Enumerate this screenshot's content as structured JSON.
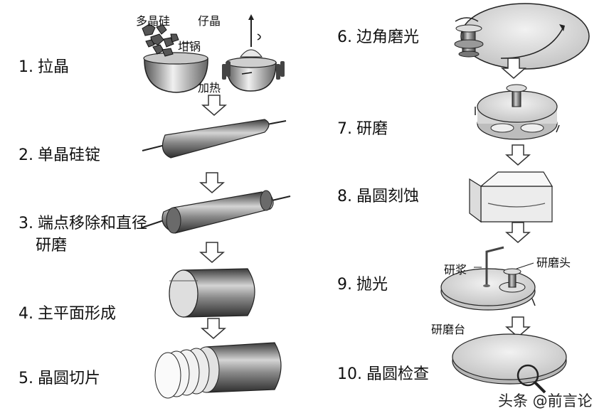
{
  "steps": [
    {
      "num": "1.",
      "label": "拉晶"
    },
    {
      "num": "2.",
      "label": "单晶硅锭"
    },
    {
      "num": "3.",
      "label": "端点移除和直径",
      "label2": "研磨"
    },
    {
      "num": "4.",
      "label": "主平面形成"
    },
    {
      "num": "5.",
      "label": "晶圆切片"
    },
    {
      "num": "6.",
      "label": "边角磨光"
    },
    {
      "num": "7.",
      "label": "研磨"
    },
    {
      "num": "8.",
      "label": "晶圆刻蚀"
    },
    {
      "num": "9.",
      "label": "抛光"
    },
    {
      "num": "10.",
      "label": "晶圆检查"
    }
  ],
  "callouts": {
    "polysilicon": "多晶硅",
    "seed_crystal": "仔晶",
    "crucible": "坩锅",
    "heating": "加热",
    "slurry": "研浆",
    "polish_head": "研磨头",
    "polish_table": "研磨台"
  },
  "watermark": "头条 @前言论",
  "colors": {
    "ink": "#111111",
    "cylinder_dark": "#4a4a4a",
    "cylinder_light": "#d8d8d8",
    "disk": "#e6e6e6"
  }
}
